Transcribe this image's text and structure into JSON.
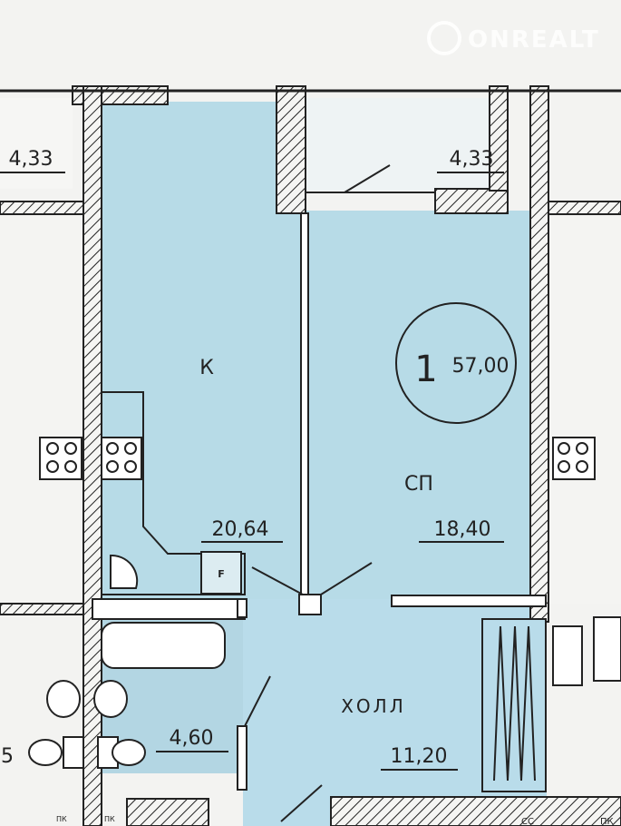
{
  "watermark": {
    "brand": "ONREALT"
  },
  "plan": {
    "apartment_rooms_count": "1",
    "total_area": "57,00",
    "rooms": [
      {
        "name": "К",
        "area": "20,64"
      },
      {
        "name": "СП",
        "area": "18,40"
      },
      {
        "name": "ХОЛЛ",
        "area": "11,20"
      },
      {
        "name": "",
        "area": "4,60"
      },
      {
        "name": "",
        "area": "4,33"
      }
    ],
    "neighbor_balcony_area": "4,33",
    "neighbor_partial_label": "5",
    "fridge_mark": "F",
    "bottom_marks": [
      "ПК",
      "ПК",
      "СС",
      "ПК"
    ]
  },
  "colors": {
    "room_fill": "#b7dbe7",
    "wall": "#2a2a2a",
    "background": "#f3f3f1"
  }
}
